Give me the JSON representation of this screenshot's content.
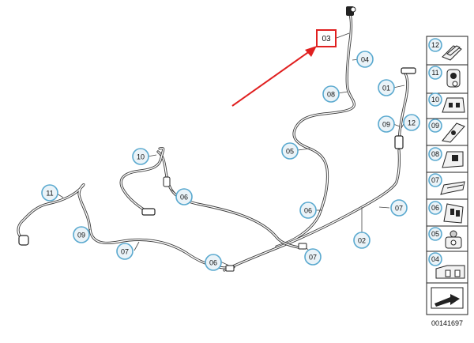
{
  "highlight_label": "03",
  "callouts": [
    {
      "id": "callout-04",
      "label": "04"
    },
    {
      "id": "callout-08",
      "label": "08"
    },
    {
      "id": "callout-01",
      "label": "01"
    },
    {
      "id": "callout-09-right",
      "label": "09"
    },
    {
      "id": "callout-12-right",
      "label": "12"
    },
    {
      "id": "callout-05",
      "label": "05"
    },
    {
      "id": "callout-10",
      "label": "10"
    },
    {
      "id": "callout-06-a",
      "label": "06"
    },
    {
      "id": "callout-11",
      "label": "11"
    },
    {
      "id": "callout-06-b",
      "label": "06"
    },
    {
      "id": "callout-07-right",
      "label": "07"
    },
    {
      "id": "callout-09-left",
      "label": "09"
    },
    {
      "id": "callout-02",
      "label": "02"
    },
    {
      "id": "callout-07-left",
      "label": "07"
    },
    {
      "id": "callout-06-c",
      "label": "06"
    },
    {
      "id": "callout-07-mid",
      "label": "07"
    }
  ],
  "legend": [
    {
      "label": "12"
    },
    {
      "label": "11"
    },
    {
      "label": "10"
    },
    {
      "label": "09"
    },
    {
      "label": "08"
    },
    {
      "label": "07"
    },
    {
      "label": "06"
    },
    {
      "label": "05"
    },
    {
      "label": "04"
    }
  ],
  "diagram_number": "00141697",
  "colors": {
    "pipe": "#3a3a3a",
    "callout_fill": "#eaf3f8",
    "callout_stroke": "#5aa9cf",
    "highlight": "#e02020",
    "arrow": "#e02020"
  }
}
